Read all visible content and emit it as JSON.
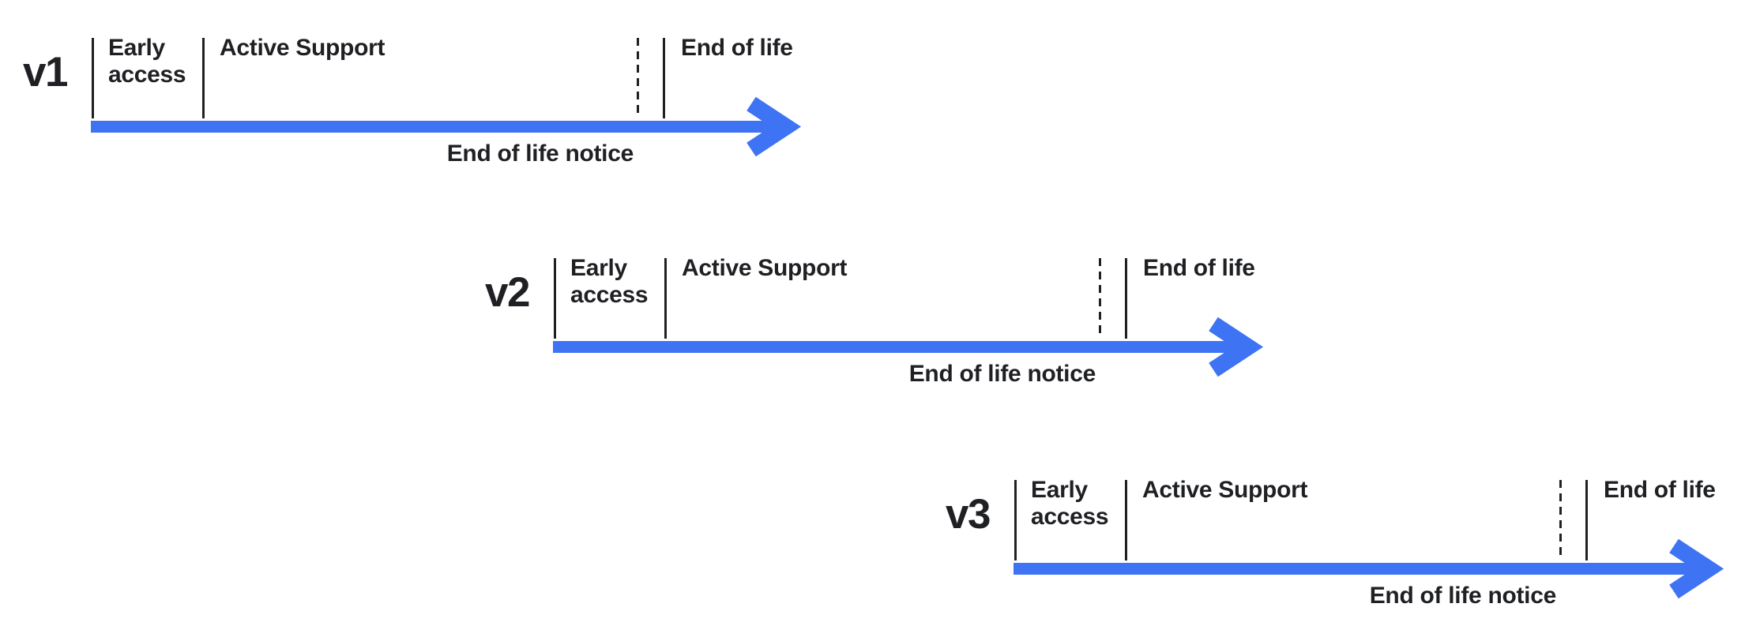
{
  "canvas": {
    "background": "#FFFFFF",
    "ink_color": "#1F2023",
    "accent_blue": "#3E73F3"
  },
  "timelines": [
    {
      "version": "v1",
      "labels": {
        "early_line1": "Early",
        "early_line2": "access",
        "active_support": "Active Support",
        "end_of_life": "End of life",
        "end_of_life_notice": "End of life notice"
      }
    },
    {
      "version": "v2",
      "labels": {
        "early_line1": "Early",
        "early_line2": "access",
        "active_support": "Active Support",
        "end_of_life": "End of life",
        "end_of_life_notice": "End of life notice"
      }
    },
    {
      "version": "v3",
      "labels": {
        "early_line1": "Early",
        "early_line2": "access",
        "active_support": "Active Support",
        "end_of_life": "End of life",
        "end_of_life_notice": "End of life notice"
      }
    }
  ]
}
